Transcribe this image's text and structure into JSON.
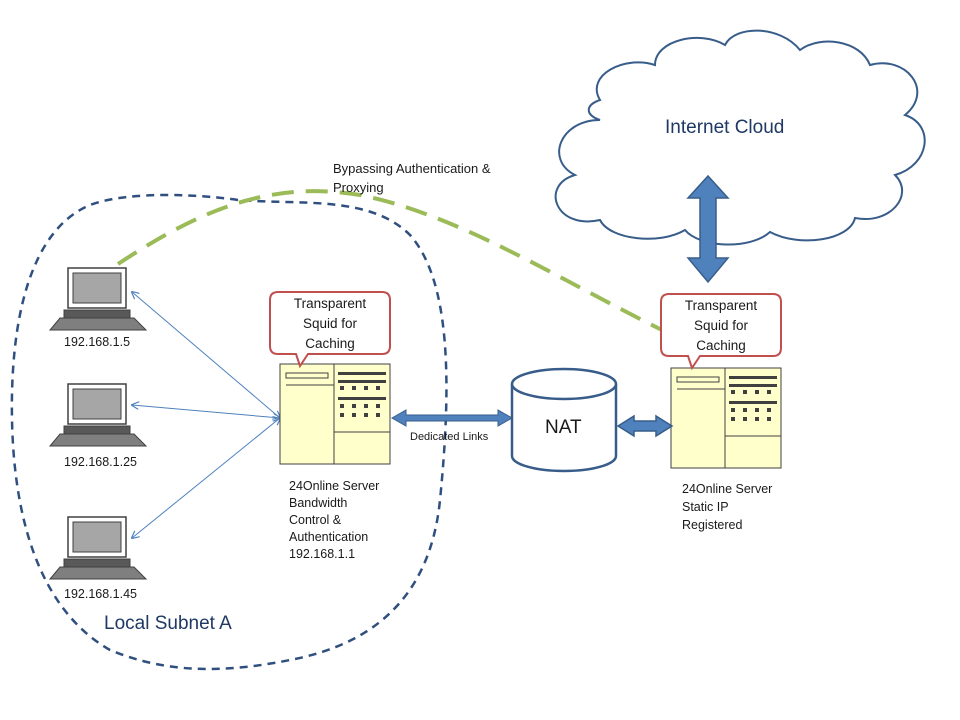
{
  "cloud": {
    "label": "Internet Cloud"
  },
  "bypass_label": [
    "Bypassing Authentication &",
    "Proxying"
  ],
  "subnet_label": "Local Subnet A",
  "laptops": [
    {
      "ip": "192.168.1.5"
    },
    {
      "ip": "192.168.1.25"
    },
    {
      "ip": "192.168.1.45"
    }
  ],
  "local_server": {
    "callout": [
      "Transparent",
      "Squid for",
      "Caching"
    ],
    "caption": [
      "24Online Server",
      "Bandwidth",
      "Control &",
      "Authentication",
      "192.168.1.1"
    ]
  },
  "remote_server": {
    "callout": [
      "Transparent",
      "Squid for",
      "Caching"
    ],
    "caption": [
      "24Online Server",
      "Static IP",
      "Registered"
    ]
  },
  "nat": {
    "label": "NAT"
  },
  "dedicated_links_label": "Dedicated Links",
  "colors": {
    "dashed_boundary": "#2f4f7f",
    "bypass_dash": "#9bbb59",
    "thick_arrow": "#4f81bd",
    "thick_arrow_stroke": "#385d8a",
    "thin_arrow": "#4f81bd",
    "callout_border": "#c0504d",
    "server_fill": "#ffffcc",
    "cloud_stroke": "#385d8a",
    "nat_stroke": "#385d8a"
  }
}
